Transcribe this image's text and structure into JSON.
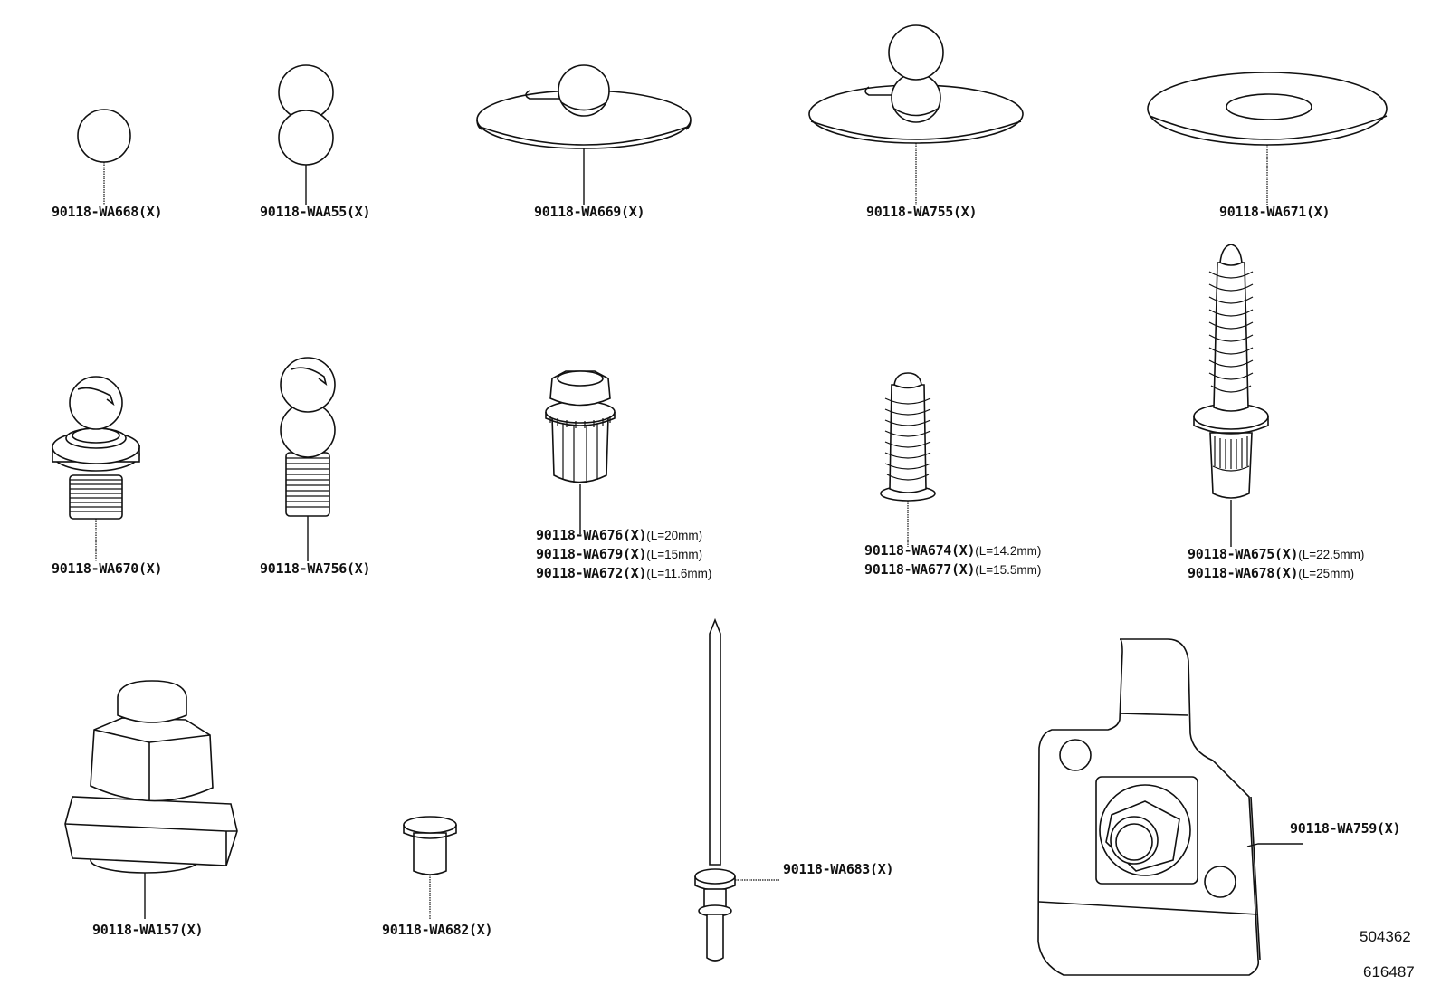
{
  "diagram": {
    "type": "parts-catalog-illustration",
    "parts": [
      {
        "id": "p1",
        "part_number": "90118-WA668(X)",
        "shape": "single-ball"
      },
      {
        "id": "p2",
        "part_number": "90118-WAA55(X)",
        "shape": "double-ball"
      },
      {
        "id": "p3",
        "part_number": "90118-WA669(X)",
        "shape": "ball-on-plate"
      },
      {
        "id": "p4",
        "part_number": "90118-WA755(X)",
        "shape": "double-ball-on-plate"
      },
      {
        "id": "p5",
        "part_number": "90118-WA671(X)",
        "shape": "washer"
      },
      {
        "id": "p6",
        "part_number": "90118-WA670(X)",
        "shape": "ball-stud-with-flange"
      },
      {
        "id": "p7",
        "part_number": "90118-WA756(X)",
        "shape": "double-ball-stud"
      },
      {
        "id": "p8",
        "part_numbers": [
          {
            "number": "90118-WA676(X)",
            "length": "(L=20mm)"
          },
          {
            "number": "90118-WA679(X)",
            "length": "(L=15mm)"
          },
          {
            "number": "90118-WA672(X)",
            "length": "(L=11.6mm)"
          }
        ],
        "shape": "rivet-nut"
      },
      {
        "id": "p9",
        "part_numbers": [
          {
            "number": "90118-WA674(X)",
            "length": "(L=14.2mm)"
          },
          {
            "number": "90118-WA677(X)",
            "length": "(L=15.5mm)"
          }
        ],
        "shape": "threaded-stud"
      },
      {
        "id": "p10",
        "part_numbers": [
          {
            "number": "90118-WA675(X)",
            "length": "(L=22.5mm)"
          },
          {
            "number": "90118-WA678(X)",
            "length": "(L=25mm)"
          }
        ],
        "shape": "threaded-rivet-stud"
      },
      {
        "id": "p11",
        "part_number": "90118-WA157(X)",
        "shape": "weld-nut-with-cap"
      },
      {
        "id": "p12",
        "part_number": "90118-WA682(X)",
        "shape": "small-pin"
      },
      {
        "id": "p13",
        "part_number": "90118-WA683(X)",
        "shape": "blind-rivet"
      },
      {
        "id": "p14",
        "part_number": "90118-WA759(X)",
        "shape": "bracket-with-nut"
      }
    ],
    "reference_numbers": [
      "504362",
      "616487"
    ]
  }
}
